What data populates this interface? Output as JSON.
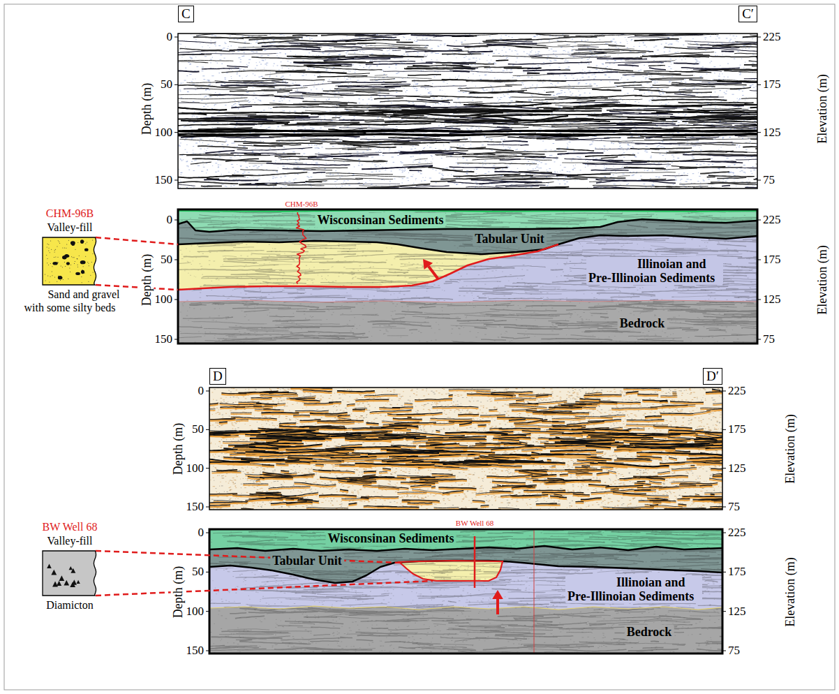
{
  "diagram": {
    "nodes": [
      {
        "text": [
          "C"
        ]
      },
      {
        "text": [
          "C′"
        ]
      },
      {
        "text": [
          "CHM-96B",
          "Valley-fill",
          "Sand and gravel with some silty beds"
        ]
      },
      {
        "text": [
          "D"
        ]
      },
      {
        "text": [
          "D′"
        ]
      },
      {
        "text": [
          "BW Well 68",
          "Valley-fill",
          "Diamicton"
        ]
      }
    ],
    "labels": [
      "Depth (m)",
      "0",
      "50",
      "100",
      "150",
      "Elevation (m)",
      "225",
      "175",
      "125",
      "75",
      "Depth (m)",
      "0",
      "50",
      "100",
      "150",
      "Elevation (m)",
      "225",
      "175",
      "125",
      "75",
      "CHM-96B",
      "Wisconsinan Sediments",
      "Tabular Unit",
      "Illinoian and Pre-Illinoian Sediments",
      "Bedrock",
      "Depth (m)",
      "0",
      "50",
      "100",
      "150",
      "Elevation (m)",
      "225",
      "175",
      "125",
      "75",
      "Depth (m)",
      "0",
      "50",
      "100",
      "150",
      "Elevation (m)",
      "225",
      "175",
      "125",
      "75",
      "BW Well 68",
      "Wisconsinan Sediments",
      "Tabular Unit",
      "Illinoian and Pre-Illinoian Sediments",
      "Bedrock"
    ]
  }
}
